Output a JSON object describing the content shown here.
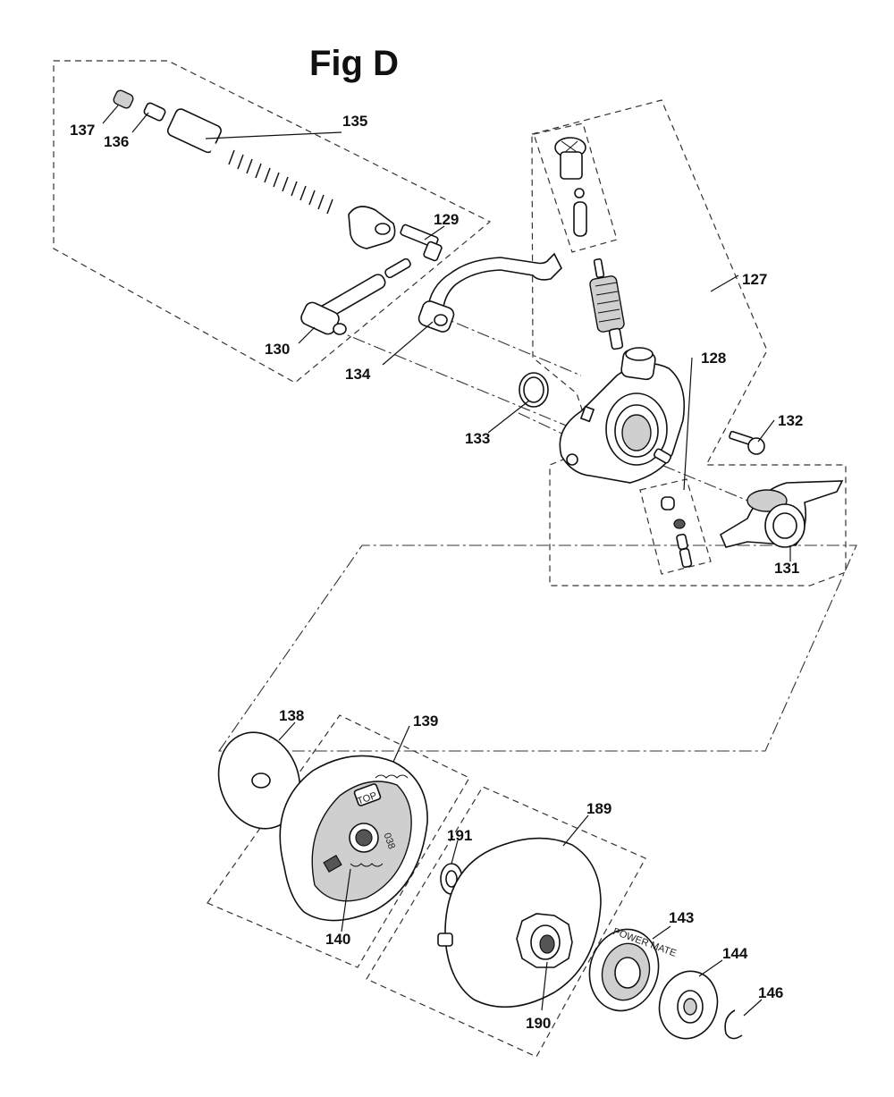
{
  "figure": {
    "title": "Fig D"
  },
  "parts": {
    "p127": "127",
    "p128": "128",
    "p129": "129",
    "p130": "130",
    "p131": "131",
    "p132": "132",
    "p133": "133",
    "p134": "134",
    "p135": "135",
    "p136": "136",
    "p137": "137",
    "p138": "138",
    "p139": "139",
    "p140": "140",
    "p143": "143",
    "p144": "144",
    "p146": "146",
    "p189": "189",
    "p190": "190",
    "p191": "191"
  },
  "stamps": {
    "top": "TOP",
    "size": "038",
    "rim": "POWER MATE"
  }
}
